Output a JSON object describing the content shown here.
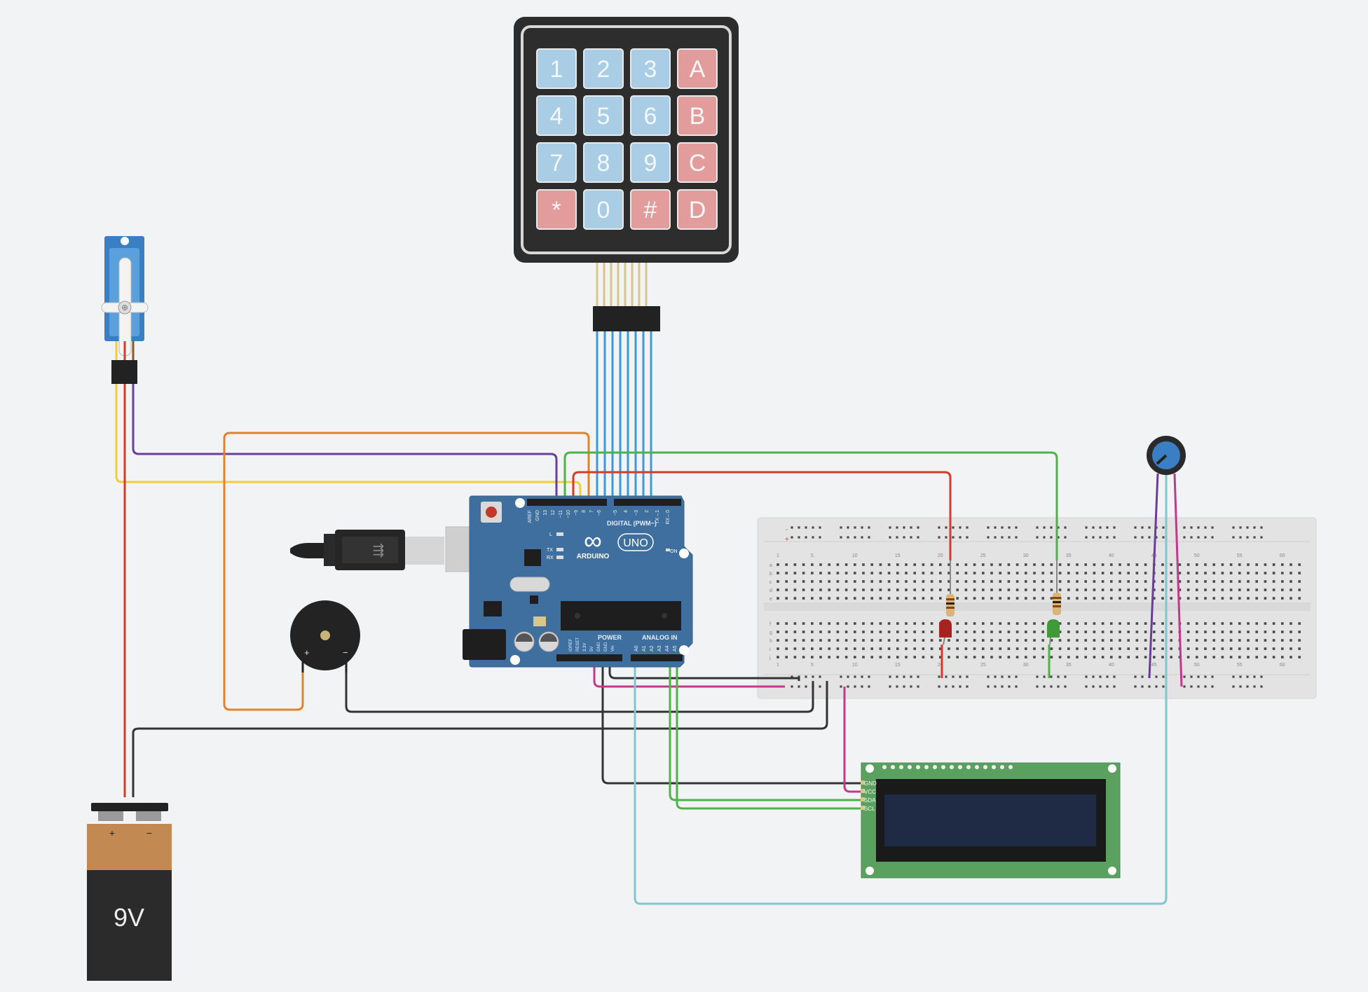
{
  "keypad": {
    "keys": [
      {
        "label": "1",
        "type": "num"
      },
      {
        "label": "2",
        "type": "num"
      },
      {
        "label": "3",
        "type": "num"
      },
      {
        "label": "A",
        "type": "letter"
      },
      {
        "label": "4",
        "type": "num"
      },
      {
        "label": "5",
        "type": "num"
      },
      {
        "label": "6",
        "type": "num"
      },
      {
        "label": "B",
        "type": "letter"
      },
      {
        "label": "7",
        "type": "num"
      },
      {
        "label": "8",
        "type": "num"
      },
      {
        "label": "9",
        "type": "num"
      },
      {
        "label": "C",
        "type": "letter"
      },
      {
        "label": "*",
        "type": "letter"
      },
      {
        "label": "0",
        "type": "num"
      },
      {
        "label": "#",
        "type": "letter"
      },
      {
        "label": "D",
        "type": "letter"
      }
    ]
  },
  "arduino": {
    "logo": "ARDUINO",
    "model": "UNO",
    "on_label": "ON",
    "l_label": "L",
    "tx_label": "TX",
    "rx_label": "RX",
    "digital_label": "DIGITAL (PWM~)",
    "power_label": "POWER",
    "analog_label": "ANALOG IN",
    "top_pin_labels": [
      "AREF",
      "GND",
      "13",
      "12",
      "~11",
      "~10",
      "~9",
      "8",
      "7",
      "~6",
      "~5",
      "4",
      "~3",
      "2",
      "TX→1",
      "RX←0"
    ],
    "power_pin_labels": [
      "IOREF",
      "RESET",
      "3.3V",
      "5V",
      "GND",
      "GND",
      "Vin"
    ],
    "analog_pin_labels": [
      "A0",
      "A1",
      "A2",
      "A3",
      "A4",
      "A5"
    ]
  },
  "breadboard": {
    "column_numbers": [
      "1",
      "5",
      "10",
      "15",
      "20",
      "25",
      "30",
      "35",
      "40",
      "45",
      "50",
      "55",
      "60"
    ],
    "row_letters_top": [
      "a",
      "b",
      "c",
      "d",
      "e"
    ],
    "row_letters_bottom": [
      "f",
      "g",
      "h",
      "i",
      "j"
    ],
    "rail_minus": "-",
    "rail_plus": "+"
  },
  "lcd": {
    "pin_labels": [
      "GND",
      "VCC",
      "SDA",
      "SCL"
    ]
  },
  "battery": {
    "label": "9V",
    "plus": "+",
    "minus": "−"
  },
  "buzzer": {
    "plus": "+",
    "minus": "−"
  },
  "colors": {
    "background": "#f2f3f5",
    "keypad_body": "#2d2d2d",
    "key_num": "#a9cde4",
    "key_letter": "#e39c9c",
    "arduino_board": "#3f6f9f",
    "breadboard": "#e3e3e3",
    "lcd_pcb": "#5aa160",
    "lcd_screen": "#1f2a45",
    "wire_blue": "#3b9ad8",
    "wire_orange": "#e1822d",
    "wire_purple": "#6a3d9a",
    "wire_yellow": "#f0cf3a",
    "wire_green": "#4fb14a",
    "wire_red": "#d63a2c",
    "wire_black": "#333333",
    "wire_magenta": "#c0398a",
    "wire_cyan": "#7ec7d1",
    "led_red": "#a8231f",
    "led_green": "#3f9a3a"
  }
}
